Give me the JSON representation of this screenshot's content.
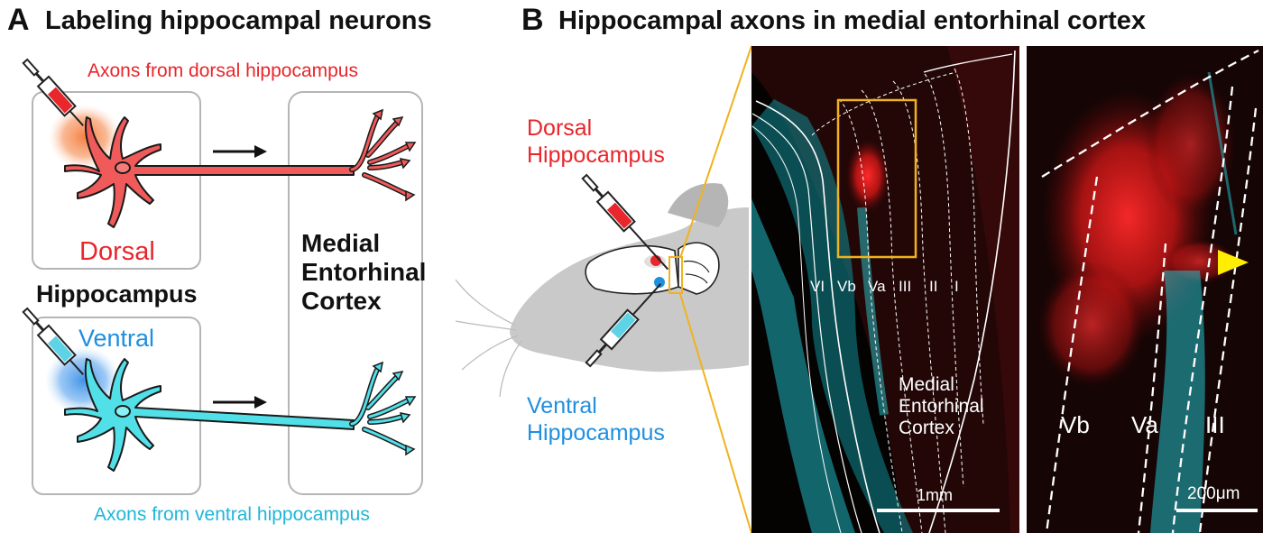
{
  "panel_a": {
    "letter": "A",
    "title": "Labeling hippocampal neurons",
    "axons_dorsal": "Axons from dorsal hippocampus",
    "axons_ventral": "Axons from ventral hippocampus",
    "dorsal": "Dorsal",
    "ventral": "Ventral",
    "hippocampus": "Hippocampus",
    "mec_line1": "Medial",
    "mec_line2": "Entorhinal",
    "mec_line3": "Cortex"
  },
  "panel_b": {
    "letter": "B",
    "title": "Hippocampal axons in medial entorhinal cortex",
    "dorsal_line1": "Dorsal",
    "dorsal_line2": "Hippocampus",
    "ventral_line1": "Ventral",
    "ventral_line2": "Hippocampus",
    "layers": [
      "VI",
      "Vb",
      "Va",
      "III",
      "II",
      "I"
    ],
    "mec_line1": "Medial",
    "mec_line2": "Entorhinal",
    "mec_line3": "Cortex",
    "scale_left": "1mm",
    "zoom_layers": [
      "Vb",
      "Va",
      "III"
    ],
    "scale_right": "200μm"
  },
  "colors": {
    "dorsal": "#e8262b",
    "ventral": "#1f8fe0",
    "ventral_axon": "#20b6d8",
    "zoom_box": "#f0b21e",
    "arrowhead": "#ffee00"
  }
}
